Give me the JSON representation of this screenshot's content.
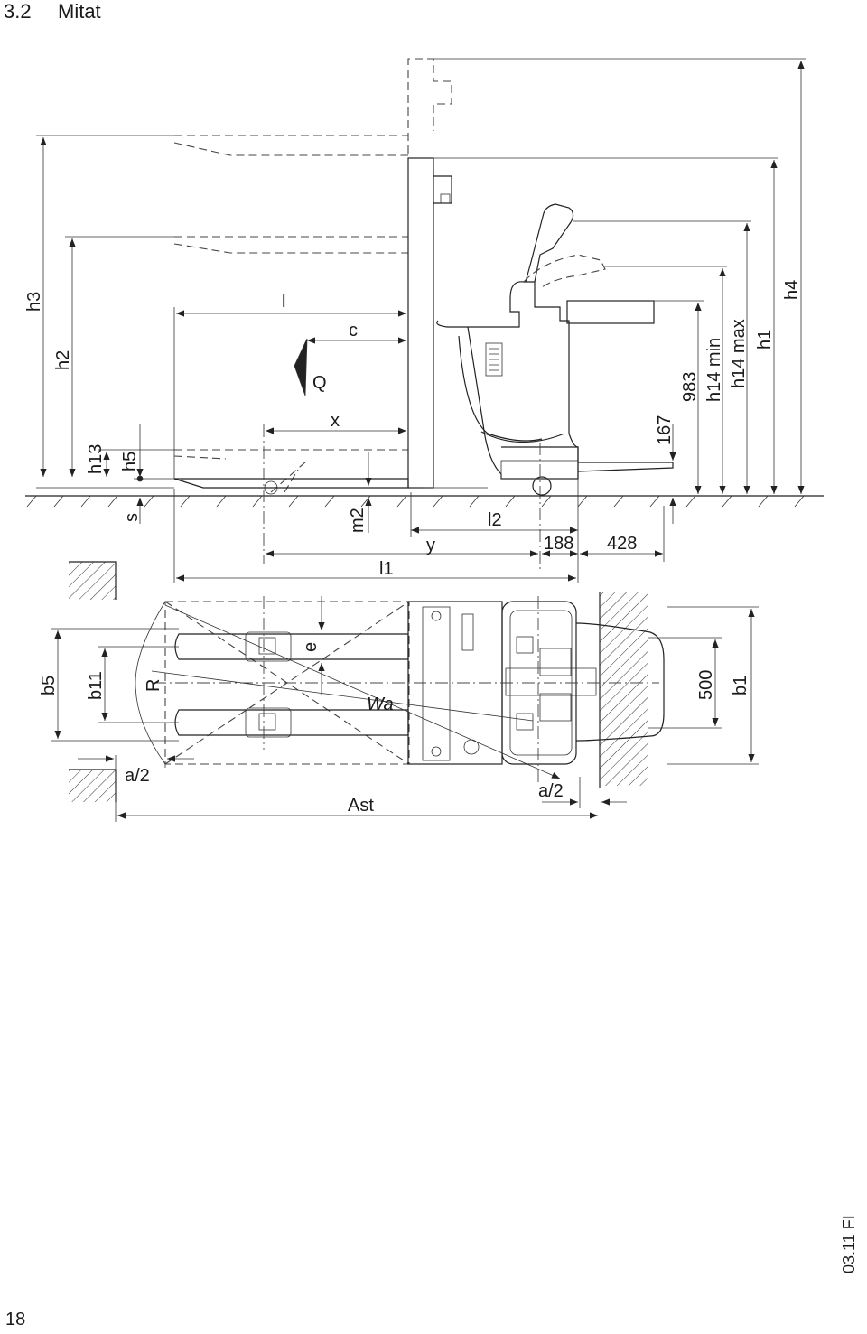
{
  "header": {
    "section_number": "3.2",
    "section_title": "Mitat"
  },
  "footer": {
    "page_number": "18",
    "document_code": "03.11 FI"
  },
  "labels": {
    "h3": "h3",
    "h2": "h2",
    "h13": "h13",
    "h5": "h5",
    "s": "s",
    "l": "l",
    "c": "c",
    "Q": "Q",
    "x": "x",
    "m2": "m2",
    "y": "y",
    "l2": "l2",
    "l1": "l1",
    "dim_188": "188",
    "dim_428": "428",
    "dim_167": "167",
    "dim_983": "983",
    "h14min": "h14 min",
    "h14max": "h14 max",
    "h1": "h1",
    "h4": "h4",
    "b5": "b5",
    "b11": "b11",
    "R": "R",
    "e": "e",
    "Wa": "Wa",
    "a2_left": "a/2",
    "a2_right": "a/2",
    "Ast": "Ast",
    "dim_500": "500",
    "b1": "b1"
  }
}
